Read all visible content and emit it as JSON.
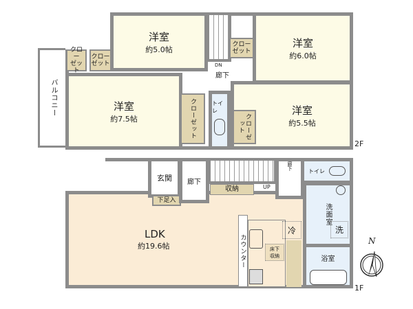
{
  "floor2": {
    "label": "2F",
    "rooms": [
      {
        "name": "洋室",
        "size": "約5.0帖"
      },
      {
        "name": "洋室",
        "size": "約6.0帖"
      },
      {
        "name": "洋室",
        "size": "約7.5帖"
      },
      {
        "name": "洋室",
        "size": "約5.5帖"
      }
    ],
    "closet": "クローゼット",
    "closet_l1": "クロー",
    "closet_l2": "ゼット",
    "hall": "廊下",
    "dn": "DN",
    "toilet": "トイレ",
    "balcony": "バルコニー"
  },
  "floor1": {
    "label": "1F",
    "ldk": {
      "name": "LDK",
      "size": "約19.6帖"
    },
    "entrance": "玄関",
    "shoe": "下足入",
    "hall": "廊下",
    "storage": "収納",
    "up": "UP",
    "toilet": "トイレ",
    "washroom": "洗面室",
    "washer": "洗",
    "fridge": "冷",
    "counter": "カウンター",
    "underfloor_l1": "床下",
    "underfloor_l2": "収納",
    "bath": "浴室",
    "small_hall": "廊下"
  },
  "compass": {
    "north": "N"
  },
  "colors": {
    "room": "#fdfbe6",
    "ldk": "#fbecd6",
    "closet": "#e2d6b0",
    "wet": "#e7f1fa",
    "wall": "#8c8c8c"
  }
}
